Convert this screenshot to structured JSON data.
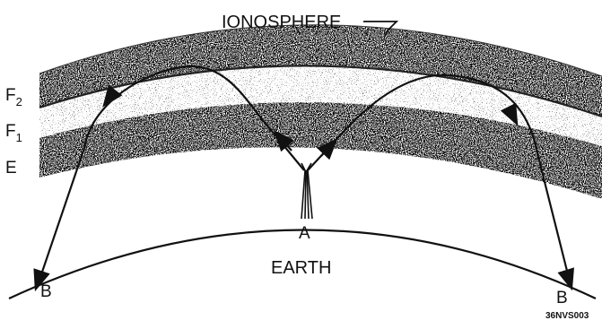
{
  "labels": {
    "ionosphere": "IONOSPHERE",
    "layer_f2": "F",
    "layer_f2_sub": "2",
    "layer_f1": "F",
    "layer_f1_sub": "1",
    "layer_e": "E",
    "antenna_point": "A",
    "earth": "EARTH",
    "receiver_left": "B",
    "receiver_right": "B",
    "figure_code": "36NVS003"
  },
  "colors": {
    "ink": "#111111",
    "background": "#ffffff"
  }
}
